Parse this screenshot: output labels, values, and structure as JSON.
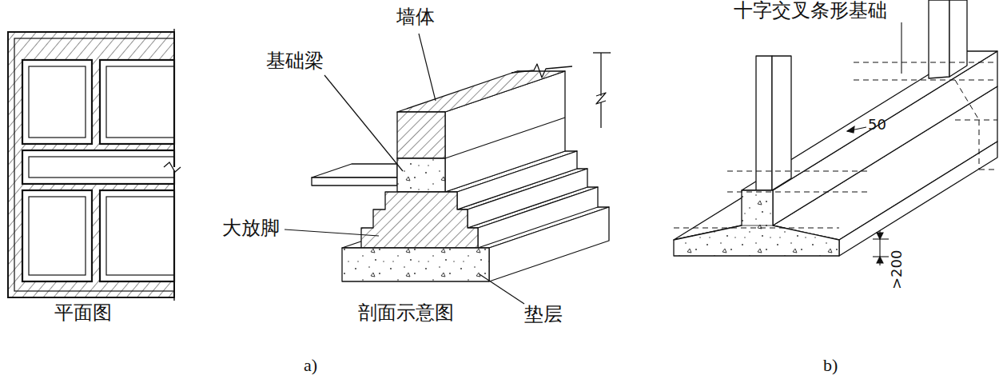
{
  "diagram": {
    "labels": [
      "十字交叉条形基础",
      "墙体",
      "基础梁",
      "大放脚",
      "平面图",
      "剖面示意图",
      "垫层",
      "50",
      ">200",
      "a)",
      "b)"
    ]
  }
}
